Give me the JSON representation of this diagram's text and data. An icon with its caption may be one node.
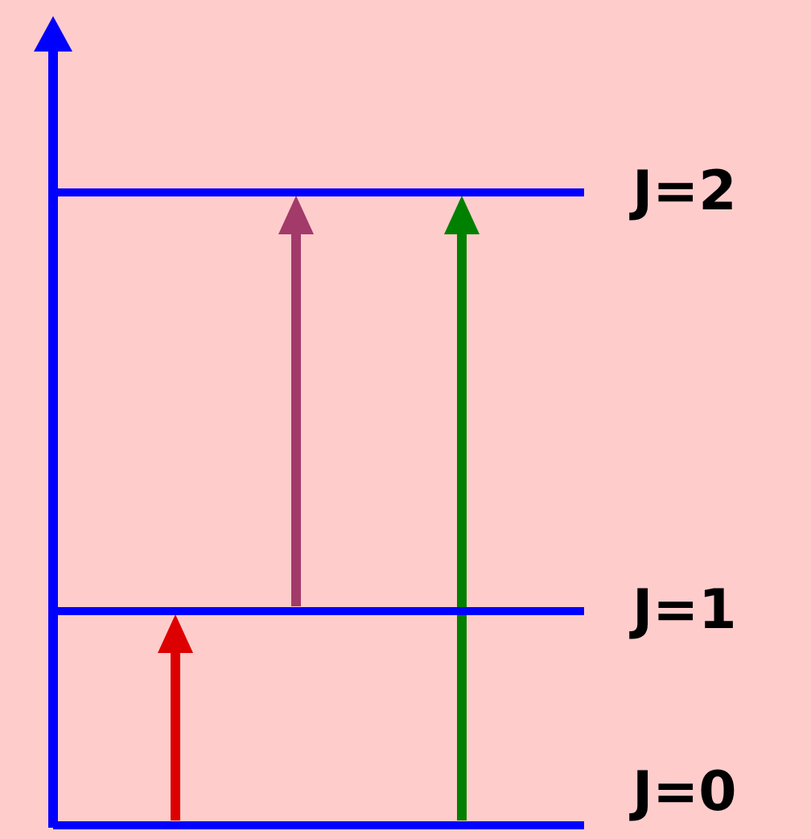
{
  "diagram": {
    "nodes": [
      {
        "text": [
          "J=2"
        ]
      },
      {
        "text": [
          "J=1"
        ]
      },
      {
        "text": [
          "J=0"
        ]
      }
    ],
    "edges": [
      {
        "from": 2,
        "to": 1,
        "arrow": "to",
        "color": "#dd0000"
      },
      {
        "from": 1,
        "to": 0,
        "arrow": "to",
        "color": "#a23a6a"
      },
      {
        "from": 2,
        "to": 0,
        "arrow": "to",
        "color": "#008000"
      }
    ]
  }
}
